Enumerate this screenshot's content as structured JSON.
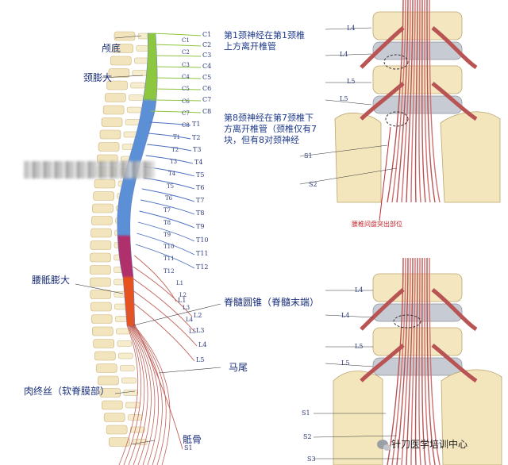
{
  "left_labels": {
    "skull_base": "颅底",
    "cervical_enlargement": "颈膨大",
    "lumbosacral_enlargement": "腰骶膨大",
    "filum_terminale": "肉终丝（软脊膜部）"
  },
  "right_labels": {
    "conus": "脊髓圆锥（脊髓末端）",
    "cauda_equina": "马尾",
    "sacrum": "骶骨"
  },
  "notes": {
    "c1": "第1颈神经在第1颈椎上方离开椎管",
    "c8": "第8颈神经在第7颈椎下方离开椎管（颈椎仅有7块，但有8对颈神经"
  },
  "nerve_levels": {
    "cervical": [
      "C1",
      "C2",
      "C3",
      "C4",
      "C5",
      "C6",
      "C7",
      "C8"
    ],
    "thoracic": [
      "T1",
      "T2",
      "T3",
      "T4",
      "T5",
      "T6",
      "T7",
      "T8",
      "T9",
      "T10",
      "T11",
      "T12"
    ],
    "lumbar": [
      "L1",
      "L2",
      "L3",
      "L4",
      "L5"
    ],
    "sacral": [
      "S1"
    ]
  },
  "left_inner_levels": [
    "C1",
    "C2",
    "C3",
    "C4",
    "C5",
    "C6",
    "C7",
    "C8",
    "T1",
    "T2",
    "T3",
    "T4",
    "T5",
    "T6",
    "T7",
    "T8",
    "T9",
    "T10",
    "T11",
    "T12",
    "L1",
    "L2",
    "L3",
    "L4",
    "L5"
  ],
  "top_right": {
    "levels": [
      "L4",
      "L4",
      "L5",
      "L5"
    ],
    "sacral": [
      "S1",
      "S2"
    ],
    "caption": "腰椎间盘突出部位"
  },
  "bottom_right": {
    "levels": [
      "L4",
      "L4",
      "L5",
      "L5"
    ],
    "sacral": [
      "S1",
      "S2",
      "S3"
    ]
  },
  "watermark": "针刀医学培训中心",
  "colors": {
    "cervical": "#8dc63f",
    "thoracic": "#5b8fd6",
    "lumbosacral": "#b0306b",
    "conus": "#e8521f",
    "nerve": "#c0615a",
    "bone": "#f0e2b6",
    "label": "#1f3a8a"
  }
}
